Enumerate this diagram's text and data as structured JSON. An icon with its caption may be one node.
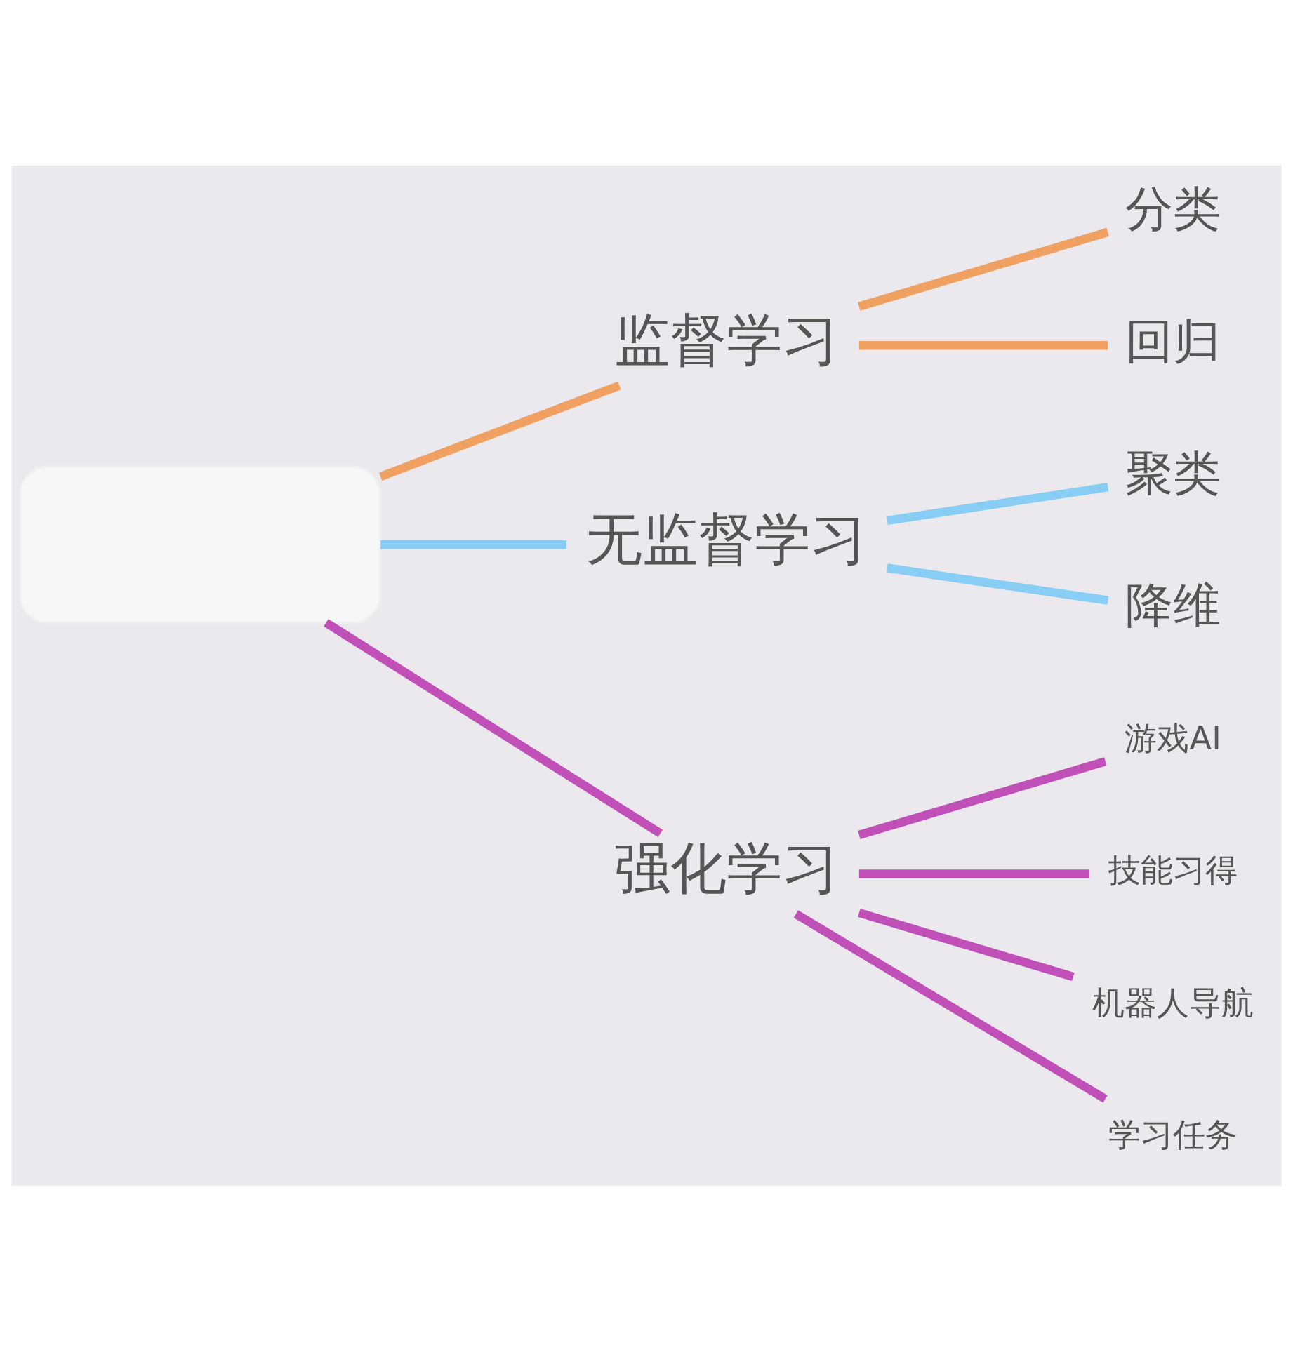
{
  "diagram": {
    "nodes": [
      {
        "text": [],
        "shape": "box"
      },
      {
        "text": [
          "监督学习"
        ]
      },
      {
        "text": [
          "分类"
        ]
      },
      {
        "text": [
          "回归"
        ]
      },
      {
        "text": [
          "无监督学习"
        ]
      },
      {
        "text": [
          "聚类"
        ]
      },
      {
        "text": [
          "降维"
        ]
      },
      {
        "text": [
          "强化学习"
        ]
      },
      {
        "text": [
          "游戏AI"
        ]
      },
      {
        "text": [
          "技能习得"
        ]
      },
      {
        "text": [
          "机器人导航"
        ]
      },
      {
        "text": [
          "学习任务"
        ]
      }
    ],
    "edges": [
      {
        "from": 0,
        "to": 1,
        "arrow": "none",
        "color": "#f0a060"
      },
      {
        "from": 1,
        "to": 2,
        "arrow": "none",
        "color": "#f0a060"
      },
      {
        "from": 1,
        "to": 3,
        "arrow": "none",
        "color": "#f0a060"
      },
      {
        "from": 0,
        "to": 4,
        "arrow": "none",
        "color": "#88cdf4"
      },
      {
        "from": 4,
        "to": 5,
        "arrow": "none",
        "color": "#88cdf4"
      },
      {
        "from": 4,
        "to": 6,
        "arrow": "none",
        "color": "#88cdf4"
      },
      {
        "from": 0,
        "to": 7,
        "arrow": "none"
      },
      {
        "from": 7,
        "to": 8,
        "arrow": "none"
      },
      {
        "from": 7,
        "to": 9,
        "arrow": "none"
      },
      {
        "from": 7,
        "to": 10,
        "arrow": "none"
      },
      {
        "from": 7,
        "to": 11,
        "arrow": "none"
      }
    ]
  }
}
